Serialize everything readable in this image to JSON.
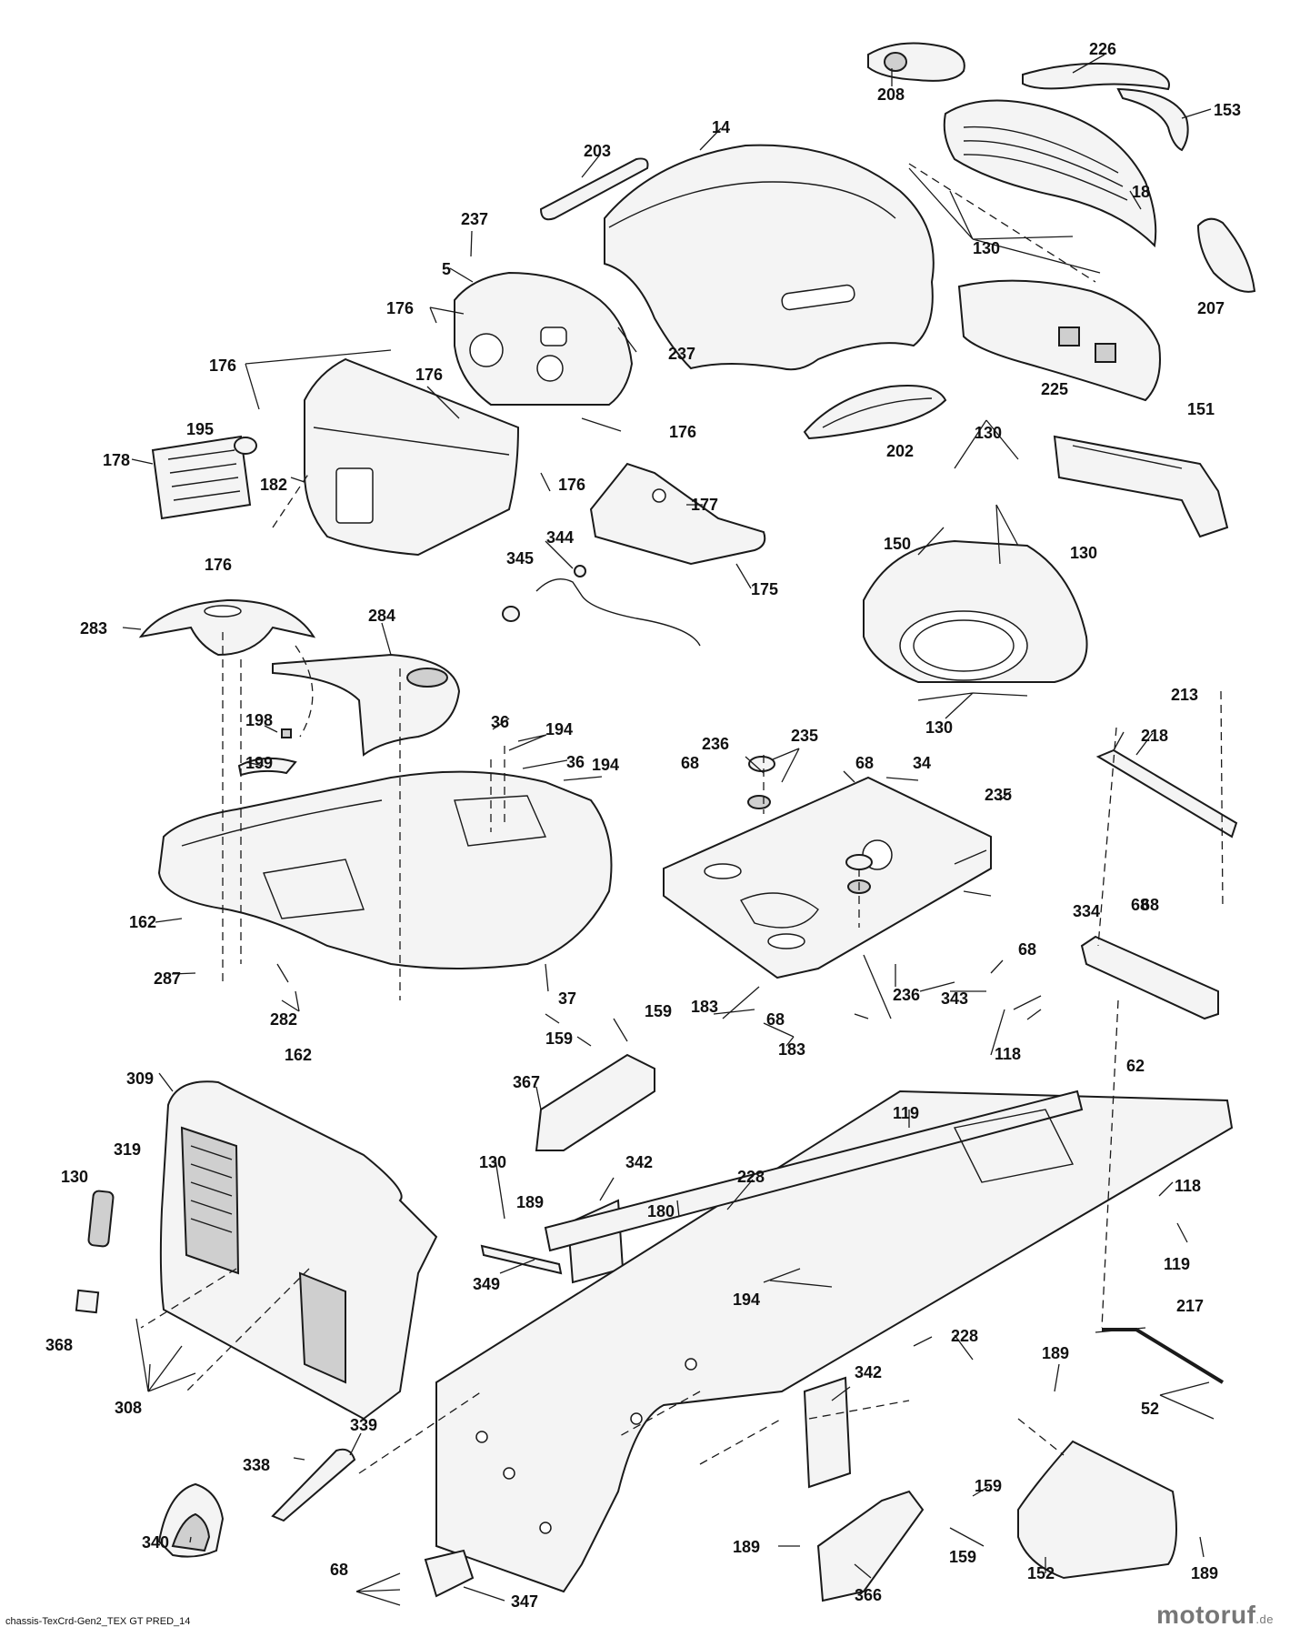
{
  "diagram": {
    "footer_label": "chassis-TexCrd-Gen2_TEX GT PRED_14",
    "watermark": {
      "text": "motoruf",
      "tld": ".de"
    },
    "callouts": {
      "c208": "208",
      "c226": "226",
      "c153": "153",
      "c14": "14",
      "c203": "203",
      "c18": "18",
      "c237a": "237",
      "c130a": "130",
      "c207": "207",
      "c5": "5",
      "c176a": "176",
      "c176b": "176",
      "c176c": "176",
      "c237b": "237",
      "c225": "225",
      "c176d": "176",
      "c195": "195",
      "c178": "178",
      "c182": "182",
      "c176e": "176",
      "c202": "202",
      "c130b": "130",
      "c151": "151",
      "c177": "177",
      "c176f": "176",
      "c344": "344",
      "c175": "175",
      "c345": "345",
      "c130c": "130",
      "c150": "150",
      "c283": "283",
      "c284": "284",
      "c130d": "130",
      "c213": "213",
      "c198": "198",
      "c36a": "36",
      "c194a": "194",
      "c36b": "36",
      "c199": "199",
      "c194b": "194",
      "c236a": "236",
      "c235a": "235",
      "c68a": "68",
      "c34": "34",
      "c68b": "68",
      "c218": "218",
      "c235b": "235",
      "c162a": "162",
      "c287": "287",
      "c37": "37",
      "c282": "282",
      "c162b": "162",
      "c68c": "68",
      "c68d": "68",
      "c68e": "68",
      "c236b": "236",
      "c343": "343",
      "c183a": "183",
      "c68f": "68",
      "c183b": "183",
      "c334": "334",
      "c159a": "159",
      "c159b": "159",
      "c367": "367",
      "c62": "62",
      "c118a": "118",
      "c119a": "119",
      "c309": "309",
      "c319": "319",
      "c130e": "130",
      "c130f": "130",
      "c342a": "342",
      "c228a": "228",
      "c189a": "189",
      "c180": "180",
      "c118b": "118",
      "c349": "349",
      "c194c": "194",
      "c119b": "119",
      "c368": "368",
      "c217": "217",
      "c228b": "228",
      "c308": "308",
      "c189b": "189",
      "c342b": "342",
      "c52": "52",
      "c339": "339",
      "c338": "338",
      "c159c": "159",
      "c340": "340",
      "c189c": "189",
      "c159d": "159",
      "c152": "152",
      "c189d": "189",
      "c68g": "68",
      "c347": "347",
      "c366": "366"
    }
  }
}
